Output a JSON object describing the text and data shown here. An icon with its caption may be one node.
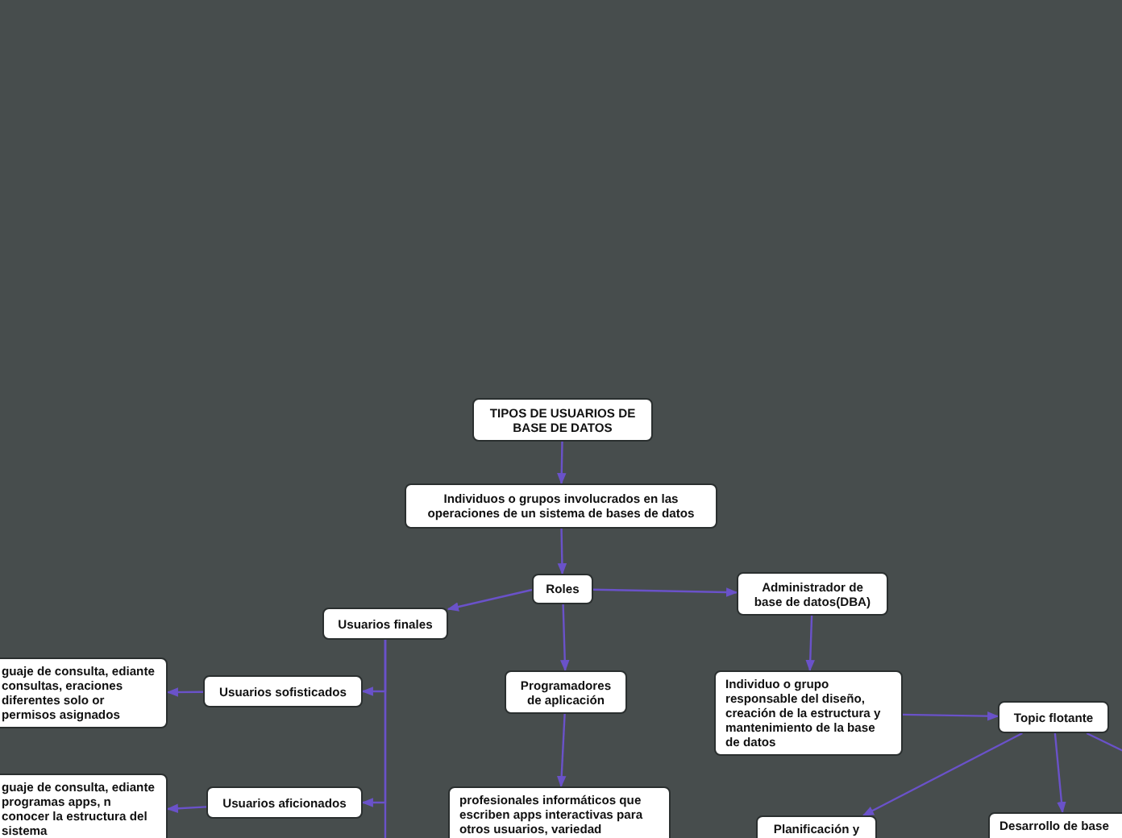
{
  "diagram": {
    "nodes": [
      {
        "text": [
          "TIPOS DE USUARIOS DE BASE DE DATOS"
        ]
      },
      {
        "text": [
          "Individuos o grupos involucrados en las operaciones de un sistema de bases de datos"
        ]
      },
      {
        "text": [
          "Roles"
        ]
      },
      {
        "text": [
          "Administrador de base de datos(DBA)"
        ]
      },
      {
        "text": [
          "Usuarios finales"
        ]
      },
      {
        "text": [
          "Programadores de aplicación"
        ]
      },
      {
        "text": [
          "Individuo o grupo responsable del diseño, creación de la estructura y mantenimiento de la base de datos"
        ]
      },
      {
        "text": [
          "Topic flotante"
        ]
      },
      {
        "text": [
          "Usuarios sofisticados"
        ]
      },
      {
        "text": [
          "guaje de consulta, ediante consultas, eraciones diferentes solo or permisos asignados"
        ]
      },
      {
        "text": [
          "Usuarios aficionados"
        ]
      },
      {
        "text": [
          "guaje de consulta, ediante programas apps, n conocer la estructura del sistema"
        ]
      },
      {
        "text": [
          "profesionales informáticos que escriben apps interactivas para otros usuarios, variedad"
        ]
      },
      {
        "text": [
          "Planificación y"
        ]
      },
      {
        "text": [
          "Desarrollo de base"
        ]
      }
    ],
    "edges": [
      {
        "from": 0,
        "to": 1,
        "arrow": "to"
      },
      {
        "from": 1,
        "to": 2,
        "arrow": "to"
      },
      {
        "from": 2,
        "to": 4,
        "arrow": "to"
      },
      {
        "from": 2,
        "to": 3,
        "arrow": "to"
      },
      {
        "from": 2,
        "to": 5,
        "arrow": "to"
      },
      {
        "from": 3,
        "to": 6,
        "arrow": "to"
      },
      {
        "from": 6,
        "to": 7,
        "arrow": "to"
      },
      {
        "from": 4,
        "to": 8,
        "arrow": "to"
      },
      {
        "from": 8,
        "to": 9,
        "arrow": "to"
      },
      {
        "from": 4,
        "to": 10,
        "arrow": "to"
      },
      {
        "from": 10,
        "to": 11,
        "arrow": "to"
      },
      {
        "from": 4,
        "to": null,
        "arrow": "none"
      },
      {
        "from": 5,
        "to": 12,
        "arrow": "to"
      },
      {
        "from": 7,
        "to": 13,
        "arrow": "to"
      },
      {
        "from": 7,
        "to": 14,
        "arrow": "to"
      },
      {
        "from": 7,
        "to": null,
        "arrow": "none"
      }
    ]
  }
}
